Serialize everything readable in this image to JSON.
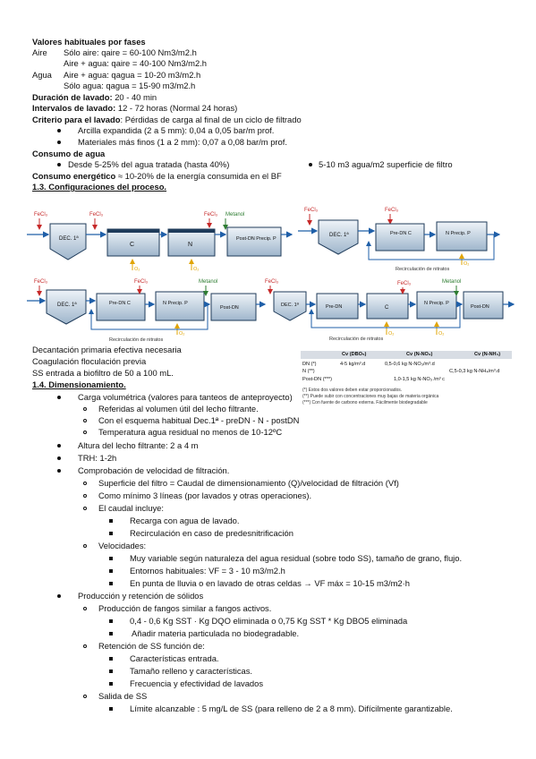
{
  "values": {
    "title": "Valores habituales por fases",
    "aire_label": "Aire",
    "aire_line1": "Sólo aire: qaire = 60-100 Nm3/m2.h",
    "aire_line2": "Aire + agua:  qaire = 40-100 Nm3/m2.h",
    "agua_label": "Agua",
    "agua_line1": "Aire + agua: qagua = 10-20 m3/m2.h",
    "agua_line2": "Sólo agua: qagua = 15-90 m3/m2.h",
    "duracion_label": "Duración de lavado:",
    "duracion_value": " 20 - 40 min",
    "intervalos_label": "Intervalos de lavado:",
    "intervalos_value": " 12 - 72 horas (Normal  24 horas)",
    "criterio_label": "Criterio para el lavado",
    "criterio_value": ": Pérdidas de carga al final de un ciclo de filtrado",
    "criterio_b1": "Arcilla expandida (2 a 5 mm): 0,04 a 0,05 bar/m prof.",
    "criterio_b2": "Materiales más finos (1 a 2 mm): 0,07 a 0,08 bar/m prof.",
    "consumo_agua_label": "Consumo de agua",
    "consumo_agua_b1": "Desde 5-25% del agua tratada (hasta 40%)",
    "consumo_agua_b2": "5-10 m3 agua/m2 superficie de filtro",
    "consumo_energetico_label": "Consumo energético",
    "consumo_energetico_value": " ≈ 10-20% de la energía consumida en el BF"
  },
  "section13": {
    "heading": "1.3. Configuraciones del proceso."
  },
  "diagram": {
    "fecl3": "FeCl₃",
    "metanol": "Metanol",
    "o2": "O₂",
    "dec1": "DEC. 1ª",
    "c": "C",
    "n": "N",
    "postdn_predip": "Post-DN Precip. P",
    "prednc": "Pre-DN C",
    "n_precip": "N Precip. P",
    "pre_dn": "Pre-DN",
    "post_dn": "Post-DN",
    "recirculacion": "Recirculación de nitratos",
    "colors": {
      "tank_fill": "#b8c9d9",
      "tank_stroke": "#1f3b5a",
      "arrow": "#1f5fa8",
      "fecl3": "#c62828",
      "metanol": "#2e7d32",
      "o2": "#e0a400"
    }
  },
  "notes_left": {
    "line1": "Decantación primaria efectiva necesaria",
    "line2": "Coagulación floculación previa",
    "line3": "SS entrada a biofiltro de 50 a 100 mL."
  },
  "table": {
    "headers": [
      "Cv (DBO₅)",
      "Cv (N-NO₃)",
      "Cv (N-NH₄)"
    ],
    "row_labels": [
      "DN (*)",
      "N (**)",
      "Post-DN (***)"
    ],
    "cells": {
      "dn_dbo": "4-5 kg/m³.d",
      "dn_no3": "0,5-0,6 kg N-NO₃/m³.d",
      "n_nh4": "C,5-0,3 kg N-NH₄/m³.d",
      "post_no3": "1,0-1,5 kg N-NO₃ /m³ c"
    },
    "notes": [
      "(*) Estos dos valores deben estar proporcionados.",
      "(**) Puede subir con concentraciones muy bajas de materia orgánica",
      "(***) Con fuente de carbono externa. Fácilmente biodegradable"
    ]
  },
  "section14": {
    "heading": "1.4. Dimensionamiento.",
    "b1": "Carga volumétrica (valores para tanteos de anteproyecto)",
    "b1_1": "Referidas al volumen útil del lecho filtrante.",
    "b1_2": "Con el esquema habitual Dec.1ª - preDN - N - postDN",
    "b1_3": "Temperatura agua residual no menos de 10-12ºC",
    "b2": "Altura del lecho filtrante: 2 a 4 m",
    "b3": "TRH: 1-2h",
    "b4": "Comprobación de velocidad de filtración.",
    "b4_1": "Superficie del filtro = Caudal de dimensionamiento (Q)/velocidad de filtración (Vf)",
    "b4_2": "Como mínimo 3 líneas (por lavados y otras operaciones).",
    "b4_3": "El caudal incluye:",
    "b4_3_1": "Recarga con agua de lavado.",
    "b4_3_2": "Recirculación en caso de predesnitrificación",
    "b4_4": "Velocidades:",
    "b4_4_1": "Muy variable según naturaleza del agua residual (sobre todo SS), tamaño de grano, flujo.",
    "b4_4_2": "Entornos habituales: VF =  3 - 10 m3/m2.h",
    "b4_4_3": "En punta de lluvia o en lavado de otras celdas → VF máx = 10-15 m3/m2·h",
    "b5": "Producción y retención de sólidos",
    "b5_1": "Producción de fangos similar a fangos activos.",
    "b5_1_1": "0,4 - 0,6 Kg SST · Kg DQO eliminada o 0,75 Kg SST * Kg DBO5 eliminada",
    "b5_1_2": "Añadir materia particulada no biodegradable.",
    "b5_2": "Retención de SS función de:",
    "b5_2_1": "Características entrada.",
    "b5_2_2": "Tamaño relleno y características.",
    "b5_2_3": "Frecuencia y efectividad de lavados",
    "b5_3": "Salida de SS",
    "b5_3_1": "Límite alcanzable : 5 mg/L de SS (para relleno de 2 a 8 mm). Difícilmente garantizable."
  }
}
